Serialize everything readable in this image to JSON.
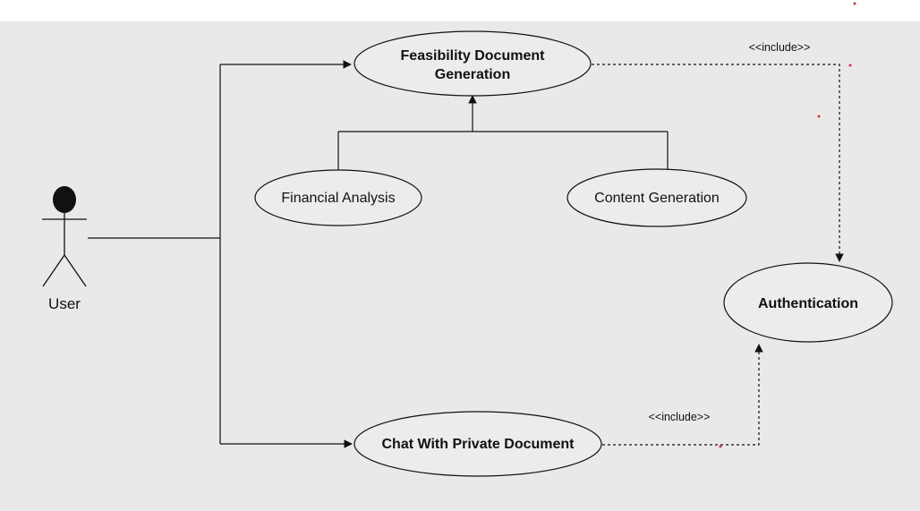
{
  "diagram": {
    "actor": {
      "label": "User"
    },
    "use_cases": {
      "feasibility": {
        "line1": "Feasibility Document",
        "line2": "Generation"
      },
      "financial": {
        "label": "Financial Analysis"
      },
      "content": {
        "label": "Content Generation"
      },
      "authentication": {
        "label": "Authentication"
      },
      "chat": {
        "label": "Chat With Private Document"
      }
    },
    "relations": {
      "include_top": "<<include>>",
      "include_bottom": "<<include>>"
    }
  },
  "colors": {
    "background": "#e9e9e9",
    "ellipse_fill": "#ececec",
    "stroke": "#111111",
    "accent_dot": "#e0312b"
  }
}
